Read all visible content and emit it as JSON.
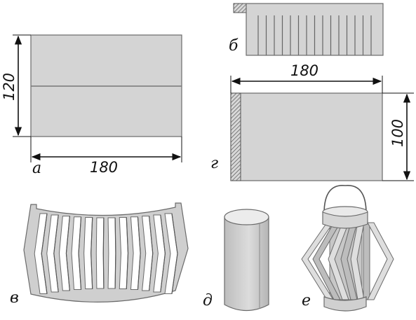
{
  "panels": {
    "a": {
      "label": "а",
      "width_dim": "180",
      "height_dim": "120"
    },
    "b": {
      "label": "б"
    },
    "v": {
      "label": "в"
    },
    "g": {
      "label": "г",
      "width_dim": "180",
      "height_dim": "100"
    },
    "d": {
      "label": "д"
    },
    "e": {
      "label": "е"
    }
  }
}
